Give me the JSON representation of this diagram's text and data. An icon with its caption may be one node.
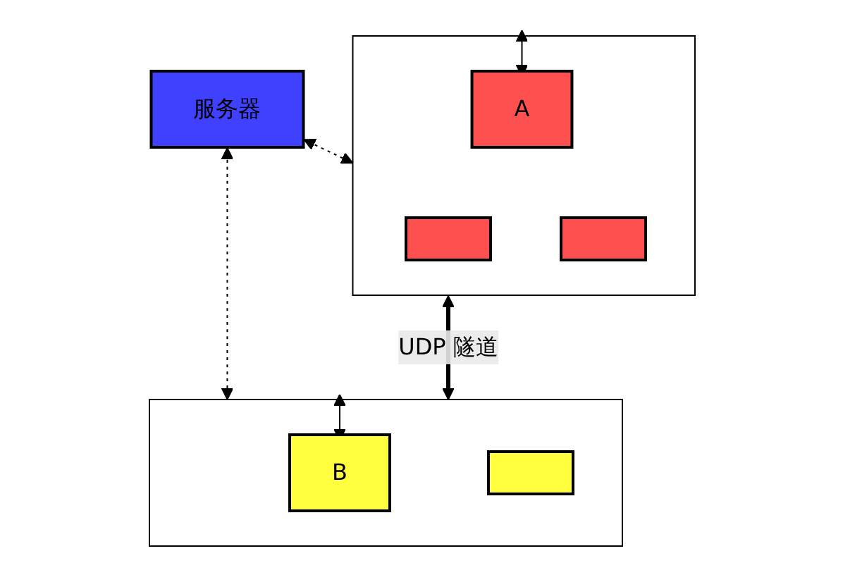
{
  "diagram": {
    "nodes": [
      {
        "text": [
          "服务器"
        ]
      },
      {
        "text": [],
        "shape": "box"
      },
      {
        "text": [],
        "shape": "box",
        "in": 1
      },
      {
        "text": [
          "A"
        ],
        "in": 1
      },
      {
        "text": [],
        "shape": "box",
        "in": 1
      },
      {
        "text": [],
        "shape": "box"
      },
      {
        "text": [
          "B"
        ],
        "in": 5
      },
      {
        "text": [],
        "shape": "box",
        "in": 5
      }
    ],
    "edges": [
      {
        "from": 0,
        "to": 1,
        "arrow": "both",
        "style": "dashed"
      },
      {
        "from": 0,
        "to": 5,
        "arrow": "both",
        "style": "dashed"
      },
      {
        "from": 3,
        "to": 1,
        "arrow": "both"
      },
      {
        "from": 1,
        "to": 5,
        "arrow": "both",
        "style": "thick",
        "label": "UDP 隧道"
      },
      {
        "from": 5,
        "to": 6,
        "arrow": "both"
      }
    ]
  }
}
